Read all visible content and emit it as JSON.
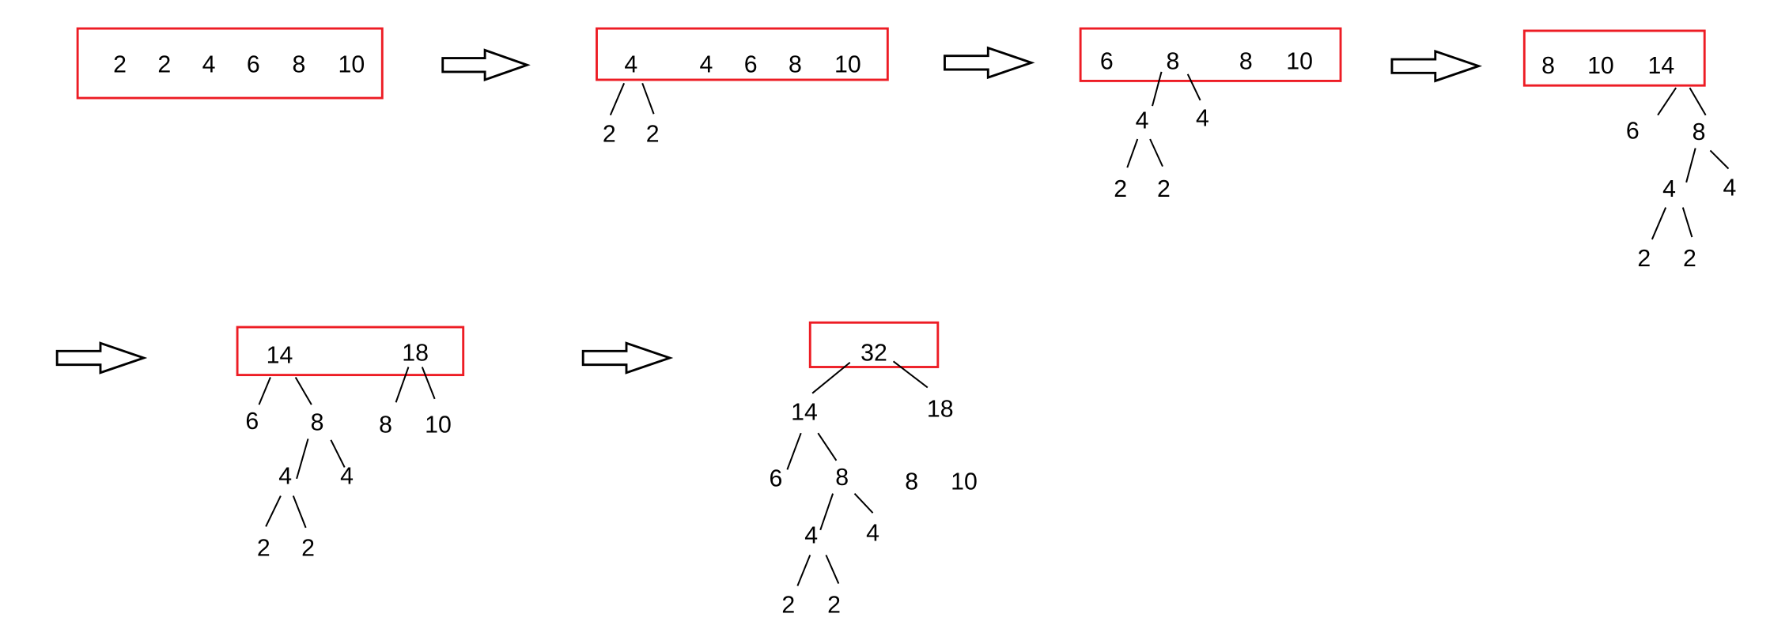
{
  "colors": {
    "box_border": "#ed1c24",
    "text": "#000000",
    "background": "#ffffff"
  },
  "icons": {
    "arrow": "hollow-right-arrow-icon"
  },
  "stages": [
    {
      "labels": [
        "2",
        "2",
        "4",
        "6",
        "8",
        "10"
      ]
    },
    {
      "labels": [
        "4",
        "4",
        "6",
        "8",
        "10",
        "2",
        "2"
      ]
    },
    {
      "labels": [
        "6",
        "8",
        "8",
        "10",
        "4",
        "4",
        "2",
        "2"
      ]
    },
    {
      "labels": [
        "8",
        "10",
        "14",
        "6",
        "8",
        "4",
        "4",
        "2",
        "2"
      ]
    },
    {
      "labels": [
        "14",
        "18",
        "6",
        "8",
        "8",
        "10",
        "4",
        "4",
        "2",
        "2"
      ]
    },
    {
      "labels": [
        "32",
        "14",
        "18",
        "6",
        "8",
        "8",
        "10",
        "4",
        "4",
        "2",
        "2"
      ]
    }
  ]
}
